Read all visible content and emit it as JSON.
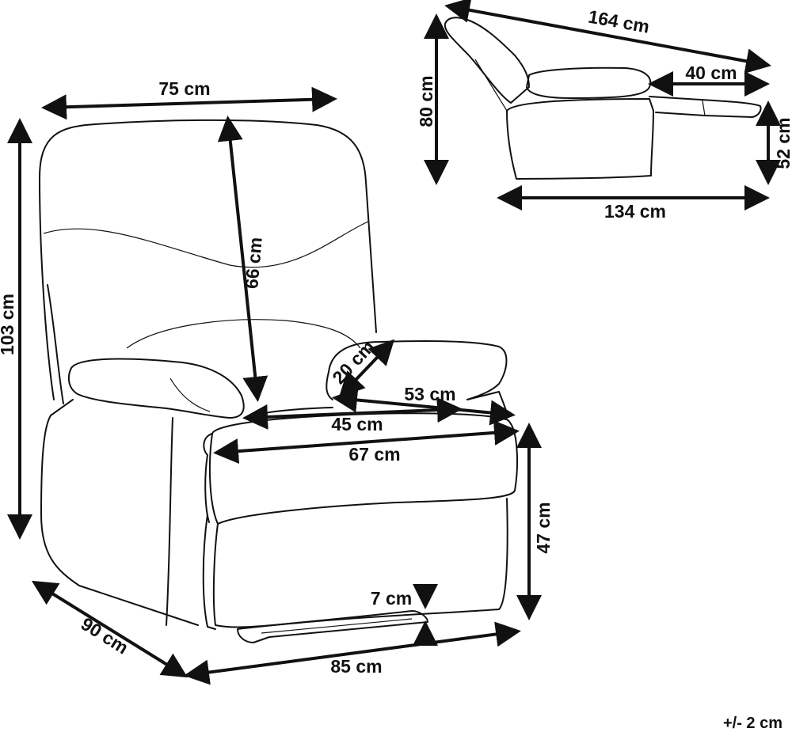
{
  "dimensions": {
    "width_top": "75 cm",
    "height_total": "103 cm",
    "backrest_height": "66 cm",
    "armrest_height": "20 cm",
    "seat_depth": "53 cm",
    "seat_width": "45 cm",
    "front_width": "67 cm",
    "seat_height": "47 cm",
    "ground_clearance": "7 cm",
    "depth": "90 cm",
    "width_bottom": "85 cm",
    "reclined_length": "164 cm",
    "footrest_length": "40 cm",
    "reclined_height": "80 cm",
    "footrest_height": "52 cm",
    "reclined_base_length": "134 cm"
  },
  "tolerance": "+/- 2 cm"
}
